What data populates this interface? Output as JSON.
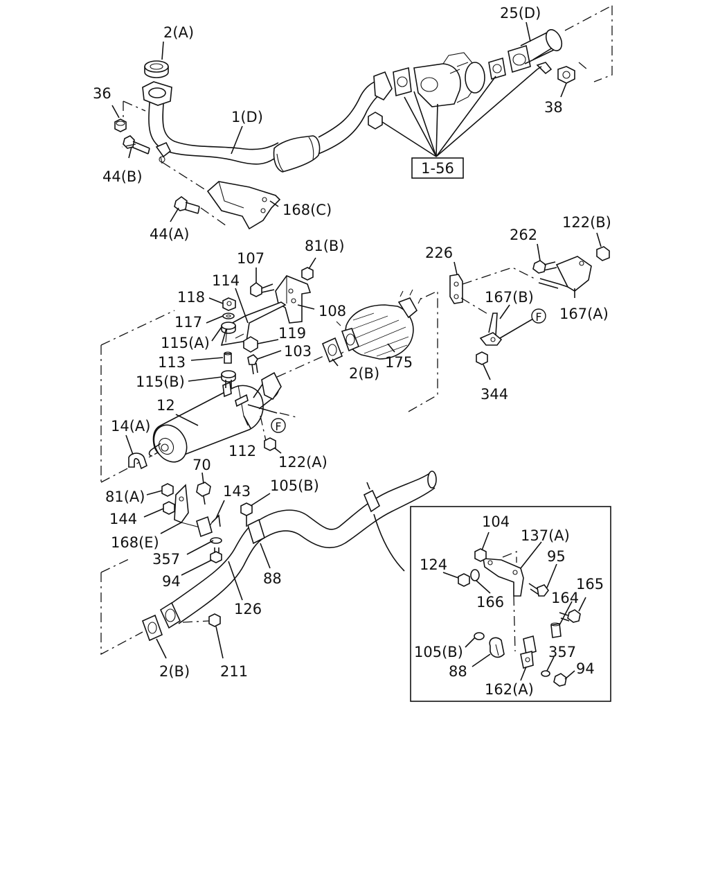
{
  "reference_box": "1-56",
  "labels": {
    "l_2a": "2(A)",
    "l_25d": "25(D)",
    "l_36": "36",
    "l_1d": "1(D)",
    "l_38": "38",
    "l_44b": "44(B)",
    "l_168c": "168(C)",
    "l_44a": "44(A)",
    "l_122b_top": "122(B)",
    "l_262": "262",
    "l_226": "226",
    "l_107": "107",
    "l_81b": "81(B)",
    "l_114": "114",
    "l_118": "118",
    "l_108": "108",
    "l_117": "117",
    "l_119": "119",
    "l_115a": "115(A)",
    "l_103": "103",
    "l_113": "113",
    "l_115b": "115(B)",
    "l_2b_mid": "2(B)",
    "l_175": "175",
    "l_167b": "167(B)",
    "l_167a": "167(A)",
    "l_f_right": "F",
    "l_344": "344",
    "l_12": "12",
    "l_14a": "14(A)",
    "l_f_mid": "F",
    "l_112": "112",
    "l_122a": "122(A)",
    "l_70": "70",
    "l_81a": "81(A)",
    "l_143": "143",
    "l_105b": "105(B)",
    "l_144": "144",
    "l_168e": "168(E)",
    "l_357": "357",
    "l_94": "94",
    "l_88": "88",
    "l_126": "126",
    "l_2b_bot": "2(B)",
    "l_211": "211",
    "l_104": "104",
    "l_137a": "137(A)",
    "l_95": "95",
    "l_124": "124",
    "l_166": "166",
    "l_164": "164",
    "l_165": "165",
    "l_105b_inset": "105(B)",
    "l_357_inset": "357",
    "l_88_inset": "88",
    "l_94_inset": "94",
    "l_162a": "162(A)"
  }
}
